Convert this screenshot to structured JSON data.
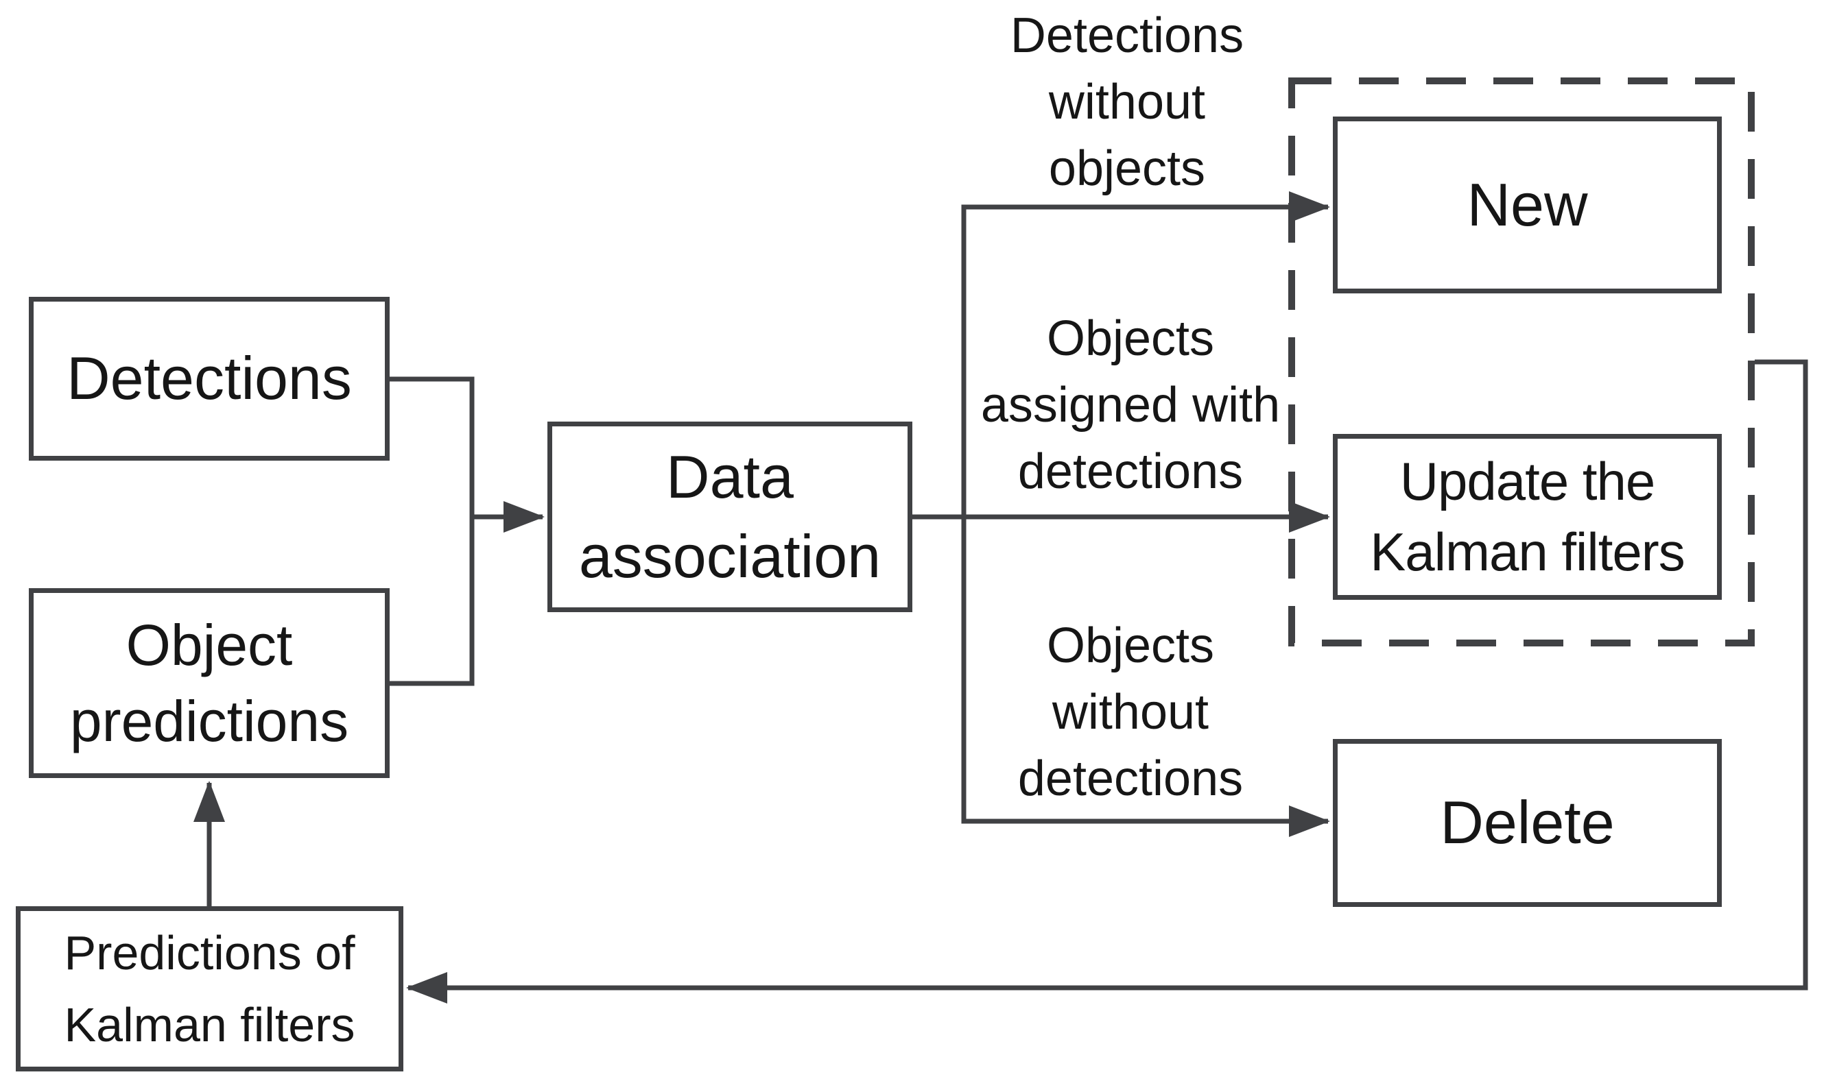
{
  "diagram": {
    "title": "Kalman-filter multi-object tracking flowchart",
    "colors": {
      "background": "#ffffff",
      "line": "#404144",
      "text": "#161616"
    },
    "boxes": {
      "detections": "Detections",
      "object_predictions": "Object\npredictions",
      "data_association": "Data\nassociation",
      "new_track": "New",
      "update_kalman": "Update the\nKalman filters",
      "delete_track": "Delete",
      "kalman_predictions": "Predictions of\nKalman filters"
    },
    "edge_labels": {
      "detections_without_objects": "Detections\nwithout\nobjects",
      "objects_assigned_with_detections": "Objects\nassigned with\ndetections",
      "objects_without_detections": "Objects\nwithout\ndetections"
    }
  }
}
